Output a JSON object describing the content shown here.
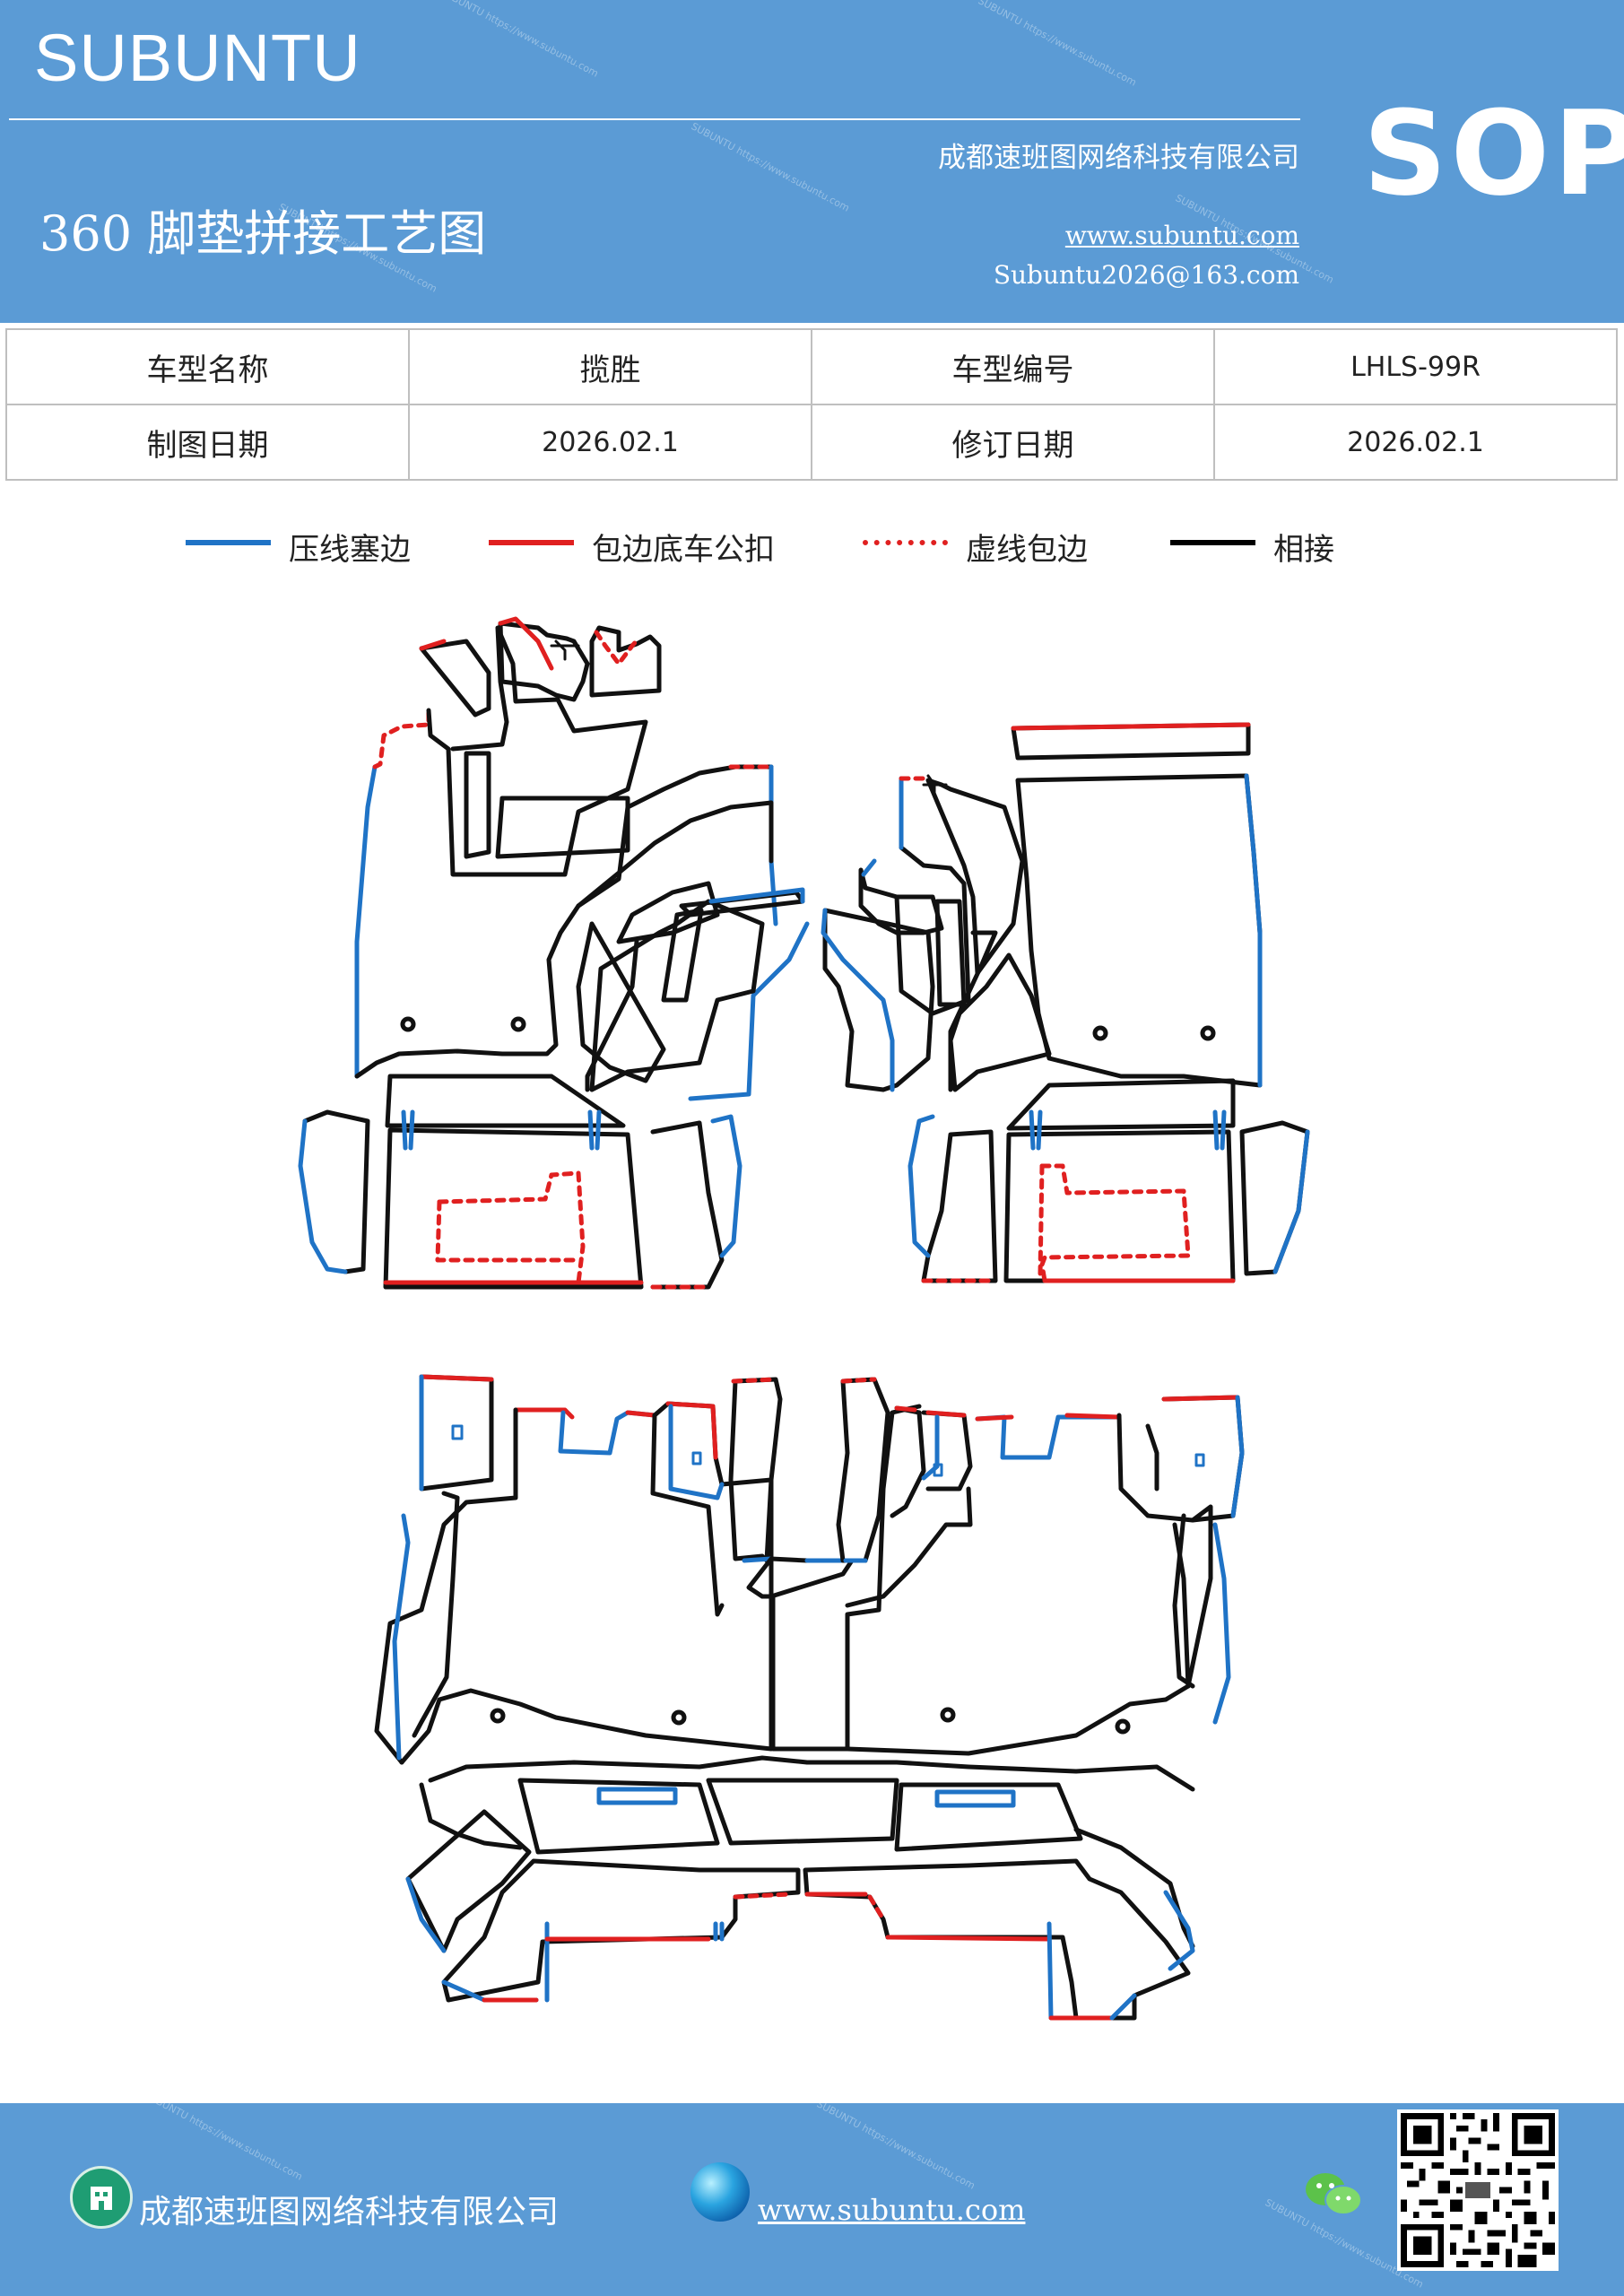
{
  "header": {
    "brand": "SUBUNTU",
    "badge": "SOP",
    "company": "成都速班图网络科技有限公司",
    "title": "360 脚垫拼接工艺图",
    "website": "www.subuntu.com",
    "email": "Subuntu2026@163.com"
  },
  "info_table": {
    "row1": [
      "车型名称",
      "揽胜",
      "车型编号",
      "LHLS-99R"
    ],
    "row2": [
      "制图日期",
      "2026.02.1",
      "修订日期",
      "2026.02.1"
    ]
  },
  "legend": {
    "items": [
      {
        "label": "压线塞边",
        "color": "#1f73c6",
        "style": "solid"
      },
      {
        "label": "包边底车公扣",
        "color": "#e02020",
        "style": "solid"
      },
      {
        "label": "虚线包边",
        "color": "#e02020",
        "style": "dashed"
      },
      {
        "label": "相接",
        "color": "#000000",
        "style": "solid"
      }
    ]
  },
  "colors": {
    "brand_blue": "#5b9bd5",
    "press_line": "#1f73c6",
    "edge_red": "#e02020",
    "joint_black": "#111111"
  },
  "footer": {
    "company": "成都速班图网络科技有限公司",
    "website": "www.subuntu.com",
    "icons": [
      "building-icon",
      "globe-icon",
      "wechat-icon",
      "qr-code"
    ]
  }
}
